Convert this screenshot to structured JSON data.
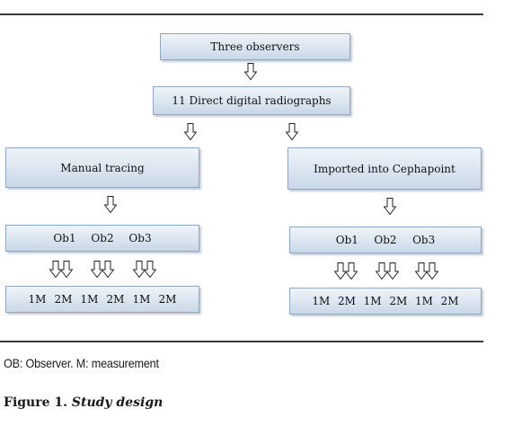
{
  "diagram": {
    "top_box": "Three observers",
    "second_box": "11 Direct digital radiographs",
    "left_branch": {
      "header": "Manual tracing",
      "observers": [
        "Ob1",
        "Ob2",
        "Ob3"
      ],
      "measurements": [
        "1M",
        "2M",
        "1M",
        "2M",
        "1M",
        "2M"
      ]
    },
    "right_branch": {
      "header": "Imported into Cephapoint",
      "observers": [
        "Ob1",
        "Ob2",
        "Ob3"
      ],
      "measurements": [
        "1M",
        "2M",
        "1M",
        "2M",
        "1M",
        "2M"
      ]
    }
  },
  "caption": "OB: Observer. M: measurement",
  "figure": {
    "label": "Figure 1.",
    "title": "Study design"
  },
  "colors": {
    "box_border": "#8fa9c4",
    "box_fill_top": "#eef3f9",
    "box_fill_bottom": "#c9d7e7",
    "rule": "#3a3a3a"
  }
}
